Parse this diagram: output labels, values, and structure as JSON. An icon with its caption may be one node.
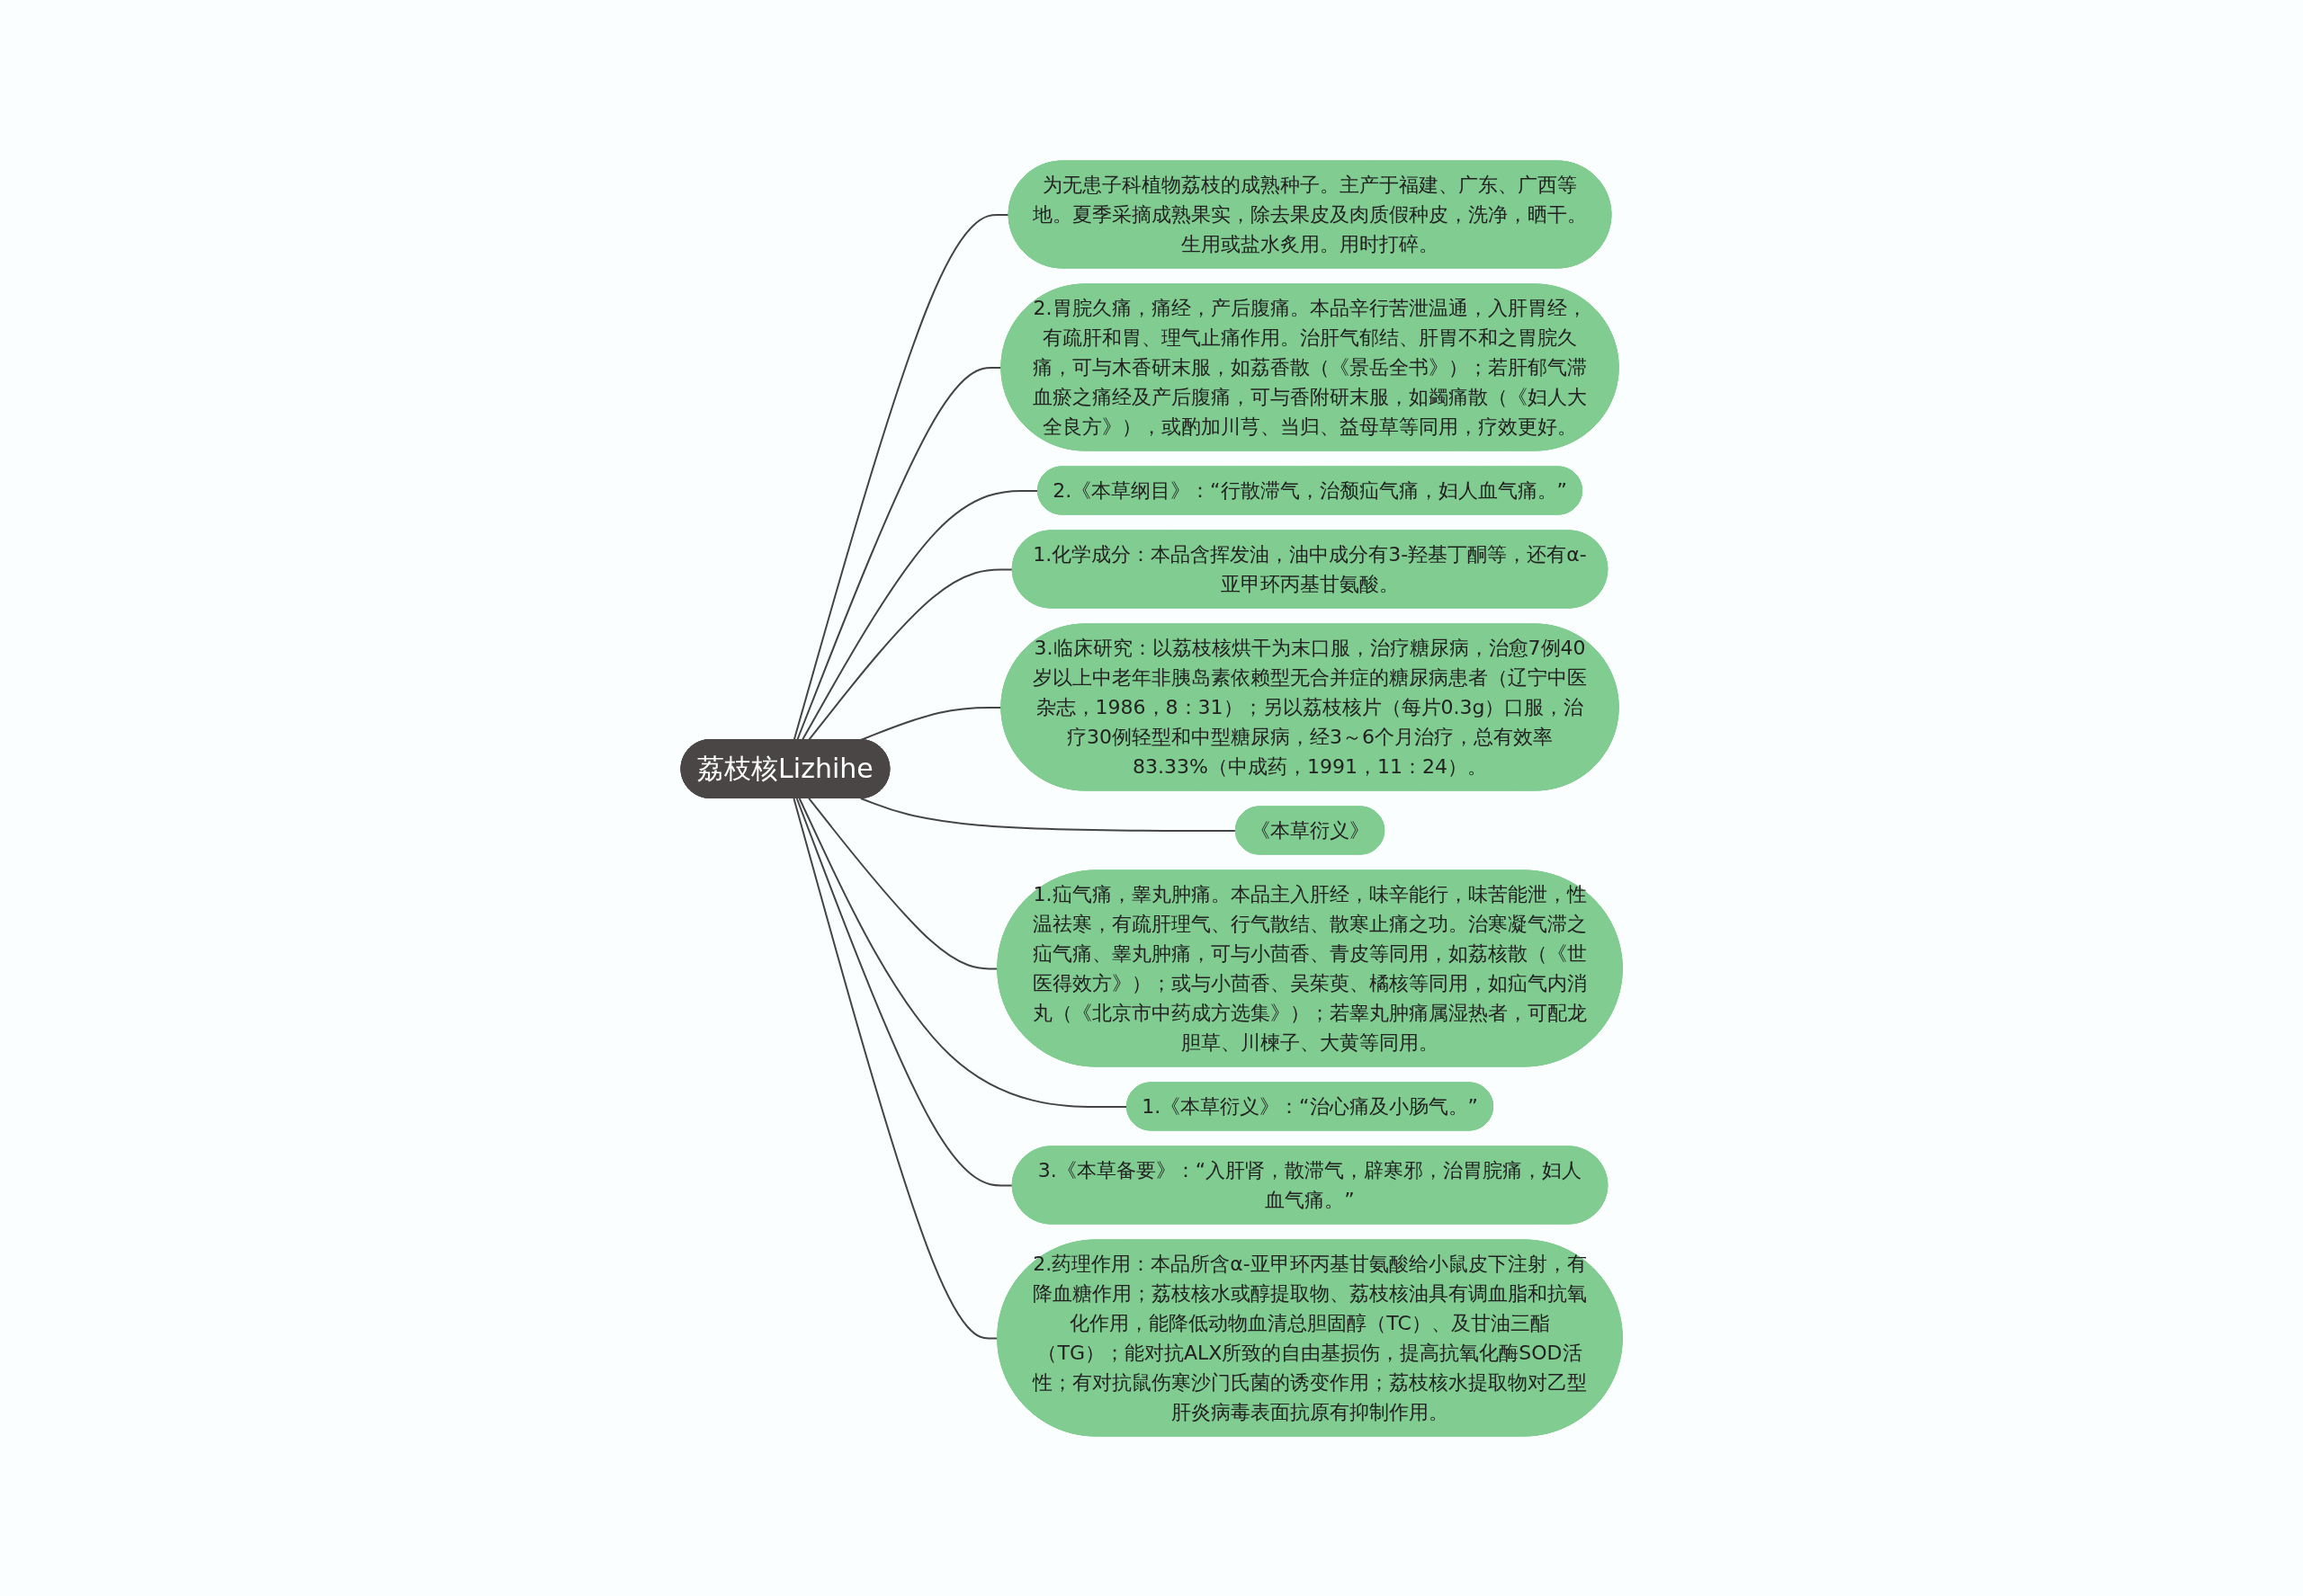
{
  "diagram": {
    "nodes": [
      {
        "text": [
          "荔枝核Lizhihe"
        ]
      },
      {
        "text": [
          "为无患子科植物荔枝的成熟种子。主产于福建、广东、广西等地。夏季采摘成熟果实，除去果皮及肉质假种皮，洗净，晒干。生用或盐水炙用。用时打碎。"
        ]
      },
      {
        "text": [
          "2.胃脘久痛，痛经，产后腹痛。本品辛行苦泄温通，入肝胃经，有疏肝和胃、理气止痛作用。治肝气郁结、肝胃不和之胃脘久痛，可与木香研末服，如荔香散（《景岳全书》）；若肝郁气滞血瘀之痛经及产后腹痛，可与香附研末服，如蠲痛散（《妇人大全良方》），或酌加川芎、当归、益母草等同用，疗效更好。"
        ]
      },
      {
        "text": [
          "2.《本草纲目》：“行散滞气，治颓疝气痛，妇人血气痛。”"
        ]
      },
      {
        "text": [
          "1.化学成分：本品含挥发油，油中成分有3-羟基丁酮等，还有α-亚甲环丙基甘氨酸。"
        ]
      },
      {
        "text": [
          "3.临床研究：以荔枝核烘干为末口服，治疗糖尿病，治愈7例40岁以上中老年非胰岛素依赖型无合并症的糖尿病患者（辽宁中医杂志，1986，8：31）；另以荔枝核片（每片0.3g）口服，治疗30例轻型和中型糖尿病，经3～6个月治疗，总有效率83.33%（中成药，1991，11：24）。"
        ]
      },
      {
        "text": [
          "《本草衍义》"
        ]
      },
      {
        "text": [
          "1.疝气痛，睾丸肿痛。本品主入肝经，味辛能行，味苦能泄，性温祛寒，有疏肝理气、行气散结、散寒止痛之功。治寒凝气滞之疝气痛、睾丸肿痛，可与小茴香、青皮等同用，如荔核散（《世医得效方》）；或与小茴香、吴茱萸、橘核等同用，如疝气内消丸（《北京市中药成方选集》）；若睾丸肿痛属湿热者，可配龙胆草、川楝子、大黄等同用。"
        ]
      },
      {
        "text": [
          "1.《本草衍义》：“治心痛及小肠气。”"
        ]
      },
      {
        "text": [
          "3.《本草备要》：“入肝肾，散滞气，辟寒邪，治胃脘痛，妇人血气痛。”"
        ]
      },
      {
        "text": [
          "2.药理作用：本品所含α-亚甲环丙基甘氨酸给小鼠皮下注射，有降血糖作用；荔枝核水或醇提取物、荔枝核油具有调血脂和抗氧化作用，能降低动物血清总胆固醇（TC）、及甘油三酯（TG）；能对抗ALX所致的自由基损伤，提高抗氧化酶SOD活性；有对抗鼠伤寒沙门氏菌的诱变作用；荔枝核水提取物对乙型肝炎病毒表面抗原有抑制作用。"
        ]
      }
    ],
    "edges": [
      {
        "from": 0,
        "to": 1,
        "arrow": "none"
      },
      {
        "from": 0,
        "to": 2,
        "arrow": "none"
      },
      {
        "from": 0,
        "to": 3,
        "arrow": "none"
      },
      {
        "from": 0,
        "to": 4,
        "arrow": "none"
      },
      {
        "from": 0,
        "to": 5,
        "arrow": "none"
      },
      {
        "from": 0,
        "to": 6,
        "arrow": "none"
      },
      {
        "from": 0,
        "to": 7,
        "arrow": "none"
      },
      {
        "from": 0,
        "to": 8,
        "arrow": "none"
      },
      {
        "from": 0,
        "to": 9,
        "arrow": "none"
      },
      {
        "from": 0,
        "to": 10,
        "arrow": "none"
      }
    ]
  }
}
